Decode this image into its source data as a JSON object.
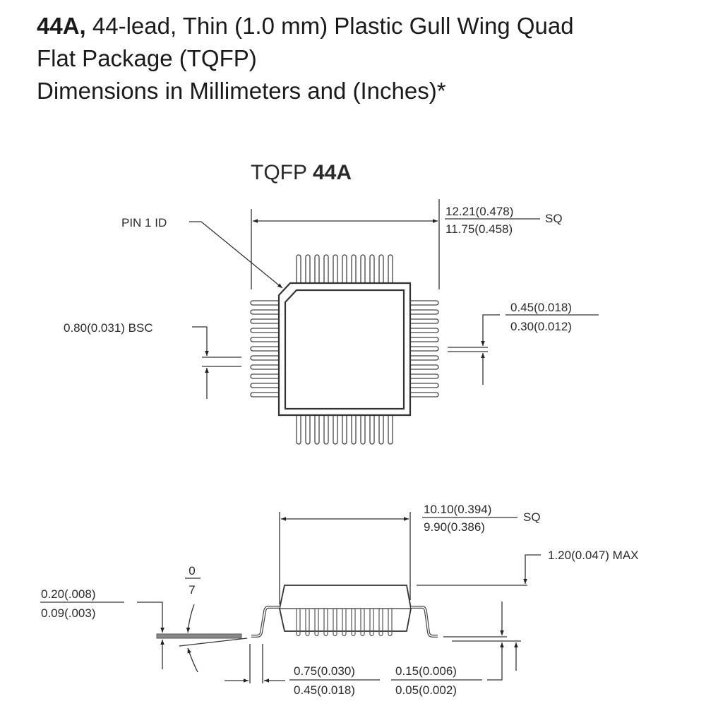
{
  "header": {
    "line1_bold": "44A,",
    "line1_rest": " 44-lead, Thin (1.0 mm) Plastic Gull Wing Quad",
    "line2": "Flat Package (TQFP)",
    "line3": "Dimensions in Millimeters and (Inches)*"
  },
  "top_view": {
    "title_regular": "TQFP",
    "title_bold": "44A",
    "pin1_label": "PIN 1 ID",
    "overall_width": {
      "max": "12.21(0.478)",
      "min": "11.75(0.458)",
      "suffix": "SQ"
    },
    "pitch": {
      "label": "0.80(0.031) BSC"
    },
    "lead_width": {
      "max": "0.45(0.018)",
      "min": "0.30(0.012)"
    },
    "leads_per_side": 11,
    "total_leads": 44
  },
  "side_view": {
    "body_width": {
      "max": "10.10(0.394)",
      "min": "9.90(0.386)",
      "suffix": "SQ"
    },
    "height": {
      "label": "1.20(0.047) MAX"
    },
    "lead_thickness": {
      "max": "0.20(.008)",
      "min": "0.09(.003)"
    },
    "lead_angle": {
      "max": "0",
      "min": "7"
    },
    "foot_length": {
      "max": "0.75(0.030)",
      "min": "0.45(0.018)"
    },
    "standoff": {
      "max": "0.15(0.006)",
      "min": "0.05(0.002)"
    }
  },
  "colors": {
    "line": "#333333",
    "text": "#1a1a1a"
  }
}
